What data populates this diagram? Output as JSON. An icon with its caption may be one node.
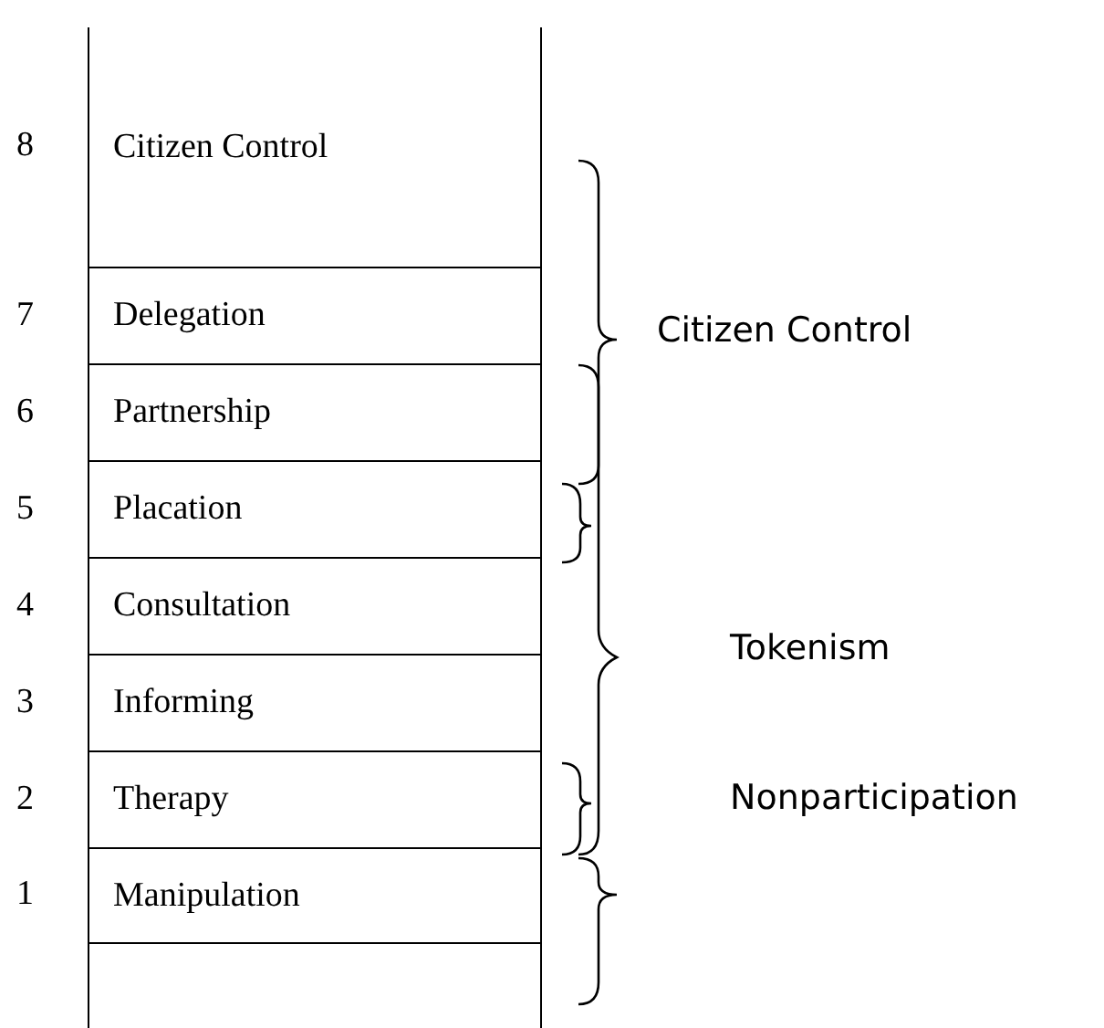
{
  "diagram": {
    "nodes": [
      {
        "text": [
          "Citizen Control"
        ],
        "beside": [
          "8"
        ]
      },
      {
        "text": [
          "Delegation"
        ],
        "beside": [
          "7"
        ]
      },
      {
        "text": [
          "Partnership"
        ],
        "beside": [
          "6"
        ]
      },
      {
        "text": [
          "Placation"
        ],
        "beside": [
          "5"
        ]
      },
      {
        "text": [
          "Consultation"
        ],
        "beside": [
          "4"
        ]
      },
      {
        "text": [
          "Informing"
        ],
        "beside": [
          "3"
        ]
      },
      {
        "text": [
          "Therapy"
        ],
        "beside": [
          "2"
        ]
      },
      {
        "text": [
          "Manipulation"
        ],
        "beside": [
          "1"
        ]
      }
    ],
    "edges": [],
    "labels": [
      "Citizen Control",
      "Tokenism",
      "Nonparticipation"
    ]
  }
}
